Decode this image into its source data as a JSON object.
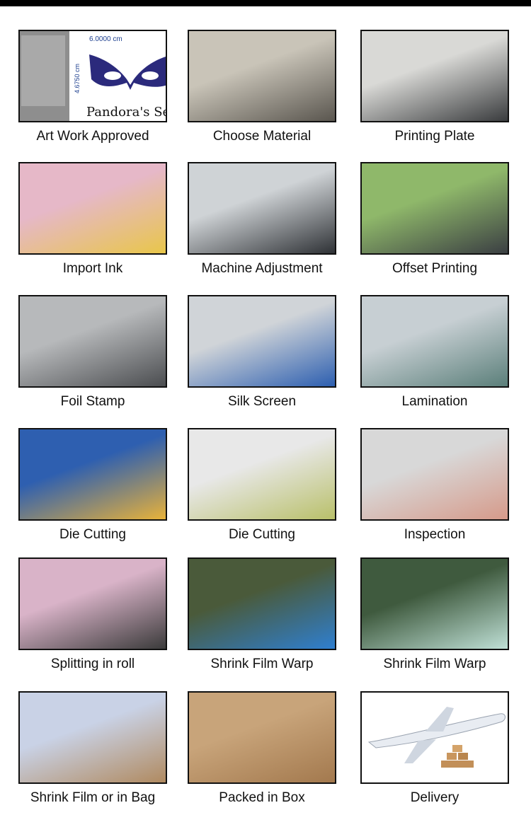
{
  "artwork": {
    "width_dim": "6.0000 cm",
    "height_dim": "4.6750 cm",
    "brand_text": "Pandora's Se",
    "mask_color": "#2b2a7c"
  },
  "steps": [
    {
      "label": "Art Work Approved",
      "icon": "artwork-image",
      "tones": [
        "#ffffff",
        "#ffffff"
      ]
    },
    {
      "label": "Choose Material",
      "icon": "material-warehouse-photo",
      "tones": [
        "#c9c4b8",
        "#5a564f"
      ]
    },
    {
      "label": "Printing Plate",
      "icon": "plate-machine-photo",
      "tones": [
        "#d9d9d6",
        "#3a3c3e"
      ]
    },
    {
      "label": "Import Ink",
      "icon": "ink-shelf-photo",
      "tones": [
        "#e6b8c8",
        "#e8c64a"
      ]
    },
    {
      "label": "Machine Adjustment",
      "icon": "press-machine-photo",
      "tones": [
        "#cfd3d6",
        "#2f3236"
      ]
    },
    {
      "label": "Offset Printing",
      "icon": "offset-press-photo",
      "tones": [
        "#8fb86a",
        "#3b3f43"
      ]
    },
    {
      "label": "Foil Stamp",
      "icon": "foil-stamp-photo",
      "tones": [
        "#b7b9bb",
        "#4b4d50"
      ]
    },
    {
      "label": "Silk Screen",
      "icon": "silk-screen-photo",
      "tones": [
        "#d0d4d8",
        "#2d5fb0"
      ]
    },
    {
      "label": "Lamination",
      "icon": "lamination-photo",
      "tones": [
        "#c7cfd3",
        "#5b7f7a"
      ]
    },
    {
      "label": "Die Cutting",
      "icon": "die-cutting-photo",
      "tones": [
        "#2e5fb0",
        "#e8b23a"
      ]
    },
    {
      "label": "Die Cutting",
      "icon": "plotter-cutting-photo",
      "tones": [
        "#e8e8e8",
        "#b9c06a"
      ]
    },
    {
      "label": "Inspection",
      "icon": "inspection-photo",
      "tones": [
        "#d8d8d8",
        "#d69a8a"
      ]
    },
    {
      "label": "Splitting in roll",
      "icon": "slitting-photo",
      "tones": [
        "#d9b3c8",
        "#3b3b3b"
      ]
    },
    {
      "label": "Shrink Film Warp",
      "icon": "shrink-wrap-photo",
      "tones": [
        "#4a5a3a",
        "#2f7fd0"
      ]
    },
    {
      "label": "Shrink Film Warp",
      "icon": "wrapped-stack-photo",
      "tones": [
        "#3f5a3e",
        "#bfe0d6"
      ]
    },
    {
      "label": "Shrink Film or in Bag",
      "icon": "bagged-labels-photo",
      "tones": [
        "#c9d2e6",
        "#b08a60"
      ]
    },
    {
      "label": "Packed in Box",
      "icon": "boxes-pallet-photo",
      "tones": [
        "#c8a47a",
        "#a3794e"
      ]
    },
    {
      "label": "Delivery",
      "icon": "airplane-delivery-image",
      "tones": [
        "#ffffff",
        "#c9965e"
      ]
    }
  ]
}
